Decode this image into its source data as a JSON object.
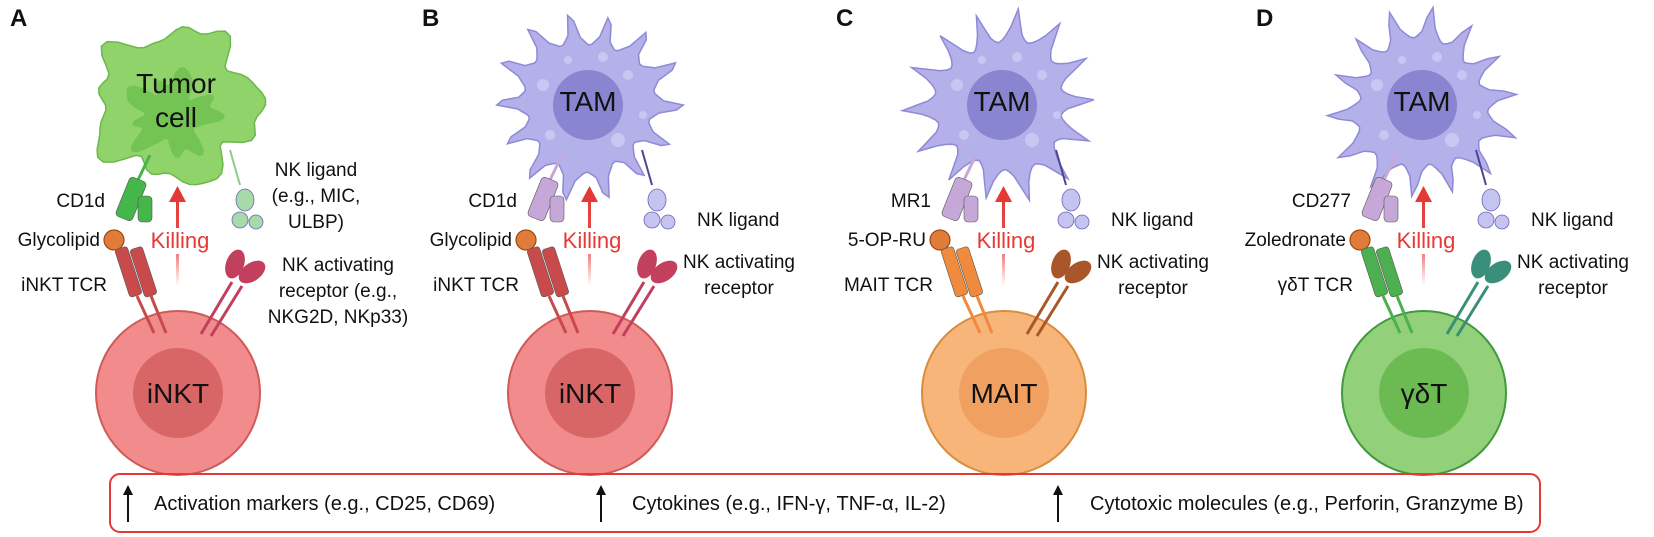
{
  "legend": {
    "items": [
      {
        "text": "Activation markers (e.g., CD25, CD69)"
      },
      {
        "text": "Cytokines (e.g., IFN-γ, TNF-α, IL-2)"
      },
      {
        "text": "Cytotoxic molecules (e.g., Perforin, Granzyme B)"
      }
    ],
    "border_color": "#e53935"
  },
  "panels": [
    {
      "letter": "A",
      "target_label_1": "Tumor",
      "target_label_2": "cell",
      "effector_label": "iNKT",
      "presenting_label": "CD1d",
      "antigen_label": "Glycolipid",
      "tcr_label": "iNKT TCR",
      "killing_label": "Killing",
      "ligand_lines": [
        "NK ligand",
        "(e.g., MIC,",
        "ULBP)"
      ],
      "receptor_lines": [
        "NK activating",
        "receptor (e.g.,",
        "NKG2D, NKp33)"
      ],
      "colors": {
        "target": "#8fd36a",
        "effector": "#f28b8b",
        "tcr": "#c94a4a",
        "presenting": "#45b649",
        "receptor": "#c2405d",
        "ligand": "#a8d9a8"
      }
    },
    {
      "letter": "B",
      "target_label_1": "TAM",
      "target_label_2": "",
      "effector_label": "iNKT",
      "presenting_label": "CD1d",
      "antigen_label": "Glycolipid",
      "tcr_label": "iNKT TCR",
      "killing_label": "Killing",
      "ligand_lines": [
        "NK ligand"
      ],
      "receptor_lines": [
        "NK activating",
        "receptor"
      ],
      "colors": {
        "target": "#b3b0ea",
        "effector": "#f28b8b",
        "tcr": "#c94a4a",
        "presenting": "#c6a8d8",
        "receptor": "#c2405d",
        "ligand": "#c5c3f0"
      }
    },
    {
      "letter": "C",
      "target_label_1": "TAM",
      "target_label_2": "",
      "effector_label": "MAIT",
      "presenting_label": "MR1",
      "antigen_label": "5-OP-RU",
      "tcr_label": "MAIT TCR",
      "killing_label": "Killing",
      "ligand_lines": [
        "NK ligand"
      ],
      "receptor_lines": [
        "NK activating",
        "receptor"
      ],
      "colors": {
        "target": "#b3b0ea",
        "effector": "#f7b57a",
        "tcr": "#f08a3c",
        "presenting": "#c6a8d8",
        "receptor": "#a9572a",
        "ligand": "#c5c3f0"
      }
    },
    {
      "letter": "D",
      "target_label_1": "TAM",
      "target_label_2": "",
      "effector_label": "γδT",
      "presenting_label": "CD277",
      "antigen_label": "Zoledronate",
      "tcr_label": "γδT TCR",
      "killing_label": "Killing",
      "ligand_lines": [
        "NK ligand"
      ],
      "receptor_lines": [
        "NK activating",
        "receptor"
      ],
      "colors": {
        "target": "#b3b0ea",
        "effector": "#93d07a",
        "tcr": "#4caf50",
        "presenting": "#c6a8d8",
        "receptor": "#3a8f7a",
        "ligand": "#c5c3f0"
      }
    }
  ]
}
